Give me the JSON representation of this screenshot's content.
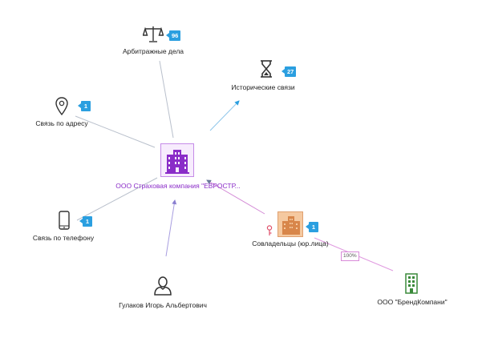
{
  "graph": {
    "center": {
      "label": "ООО Страховая компания \"ЕВРОСТР...",
      "icon": "building-icon"
    },
    "nodes": {
      "arbitration": {
        "label": "Арбитражные дела",
        "badge": "96",
        "icon": "scales-icon"
      },
      "history": {
        "label": "Исторические связи",
        "badge": "27",
        "icon": "hourglass-icon"
      },
      "address": {
        "label": "Связь по адресу",
        "badge": "1",
        "icon": "location-pin-icon"
      },
      "phone": {
        "label": "Связь по телефону",
        "badge": "1",
        "icon": "phone-icon"
      },
      "person": {
        "label": "Гулаков Игорь Альбертович",
        "icon": "person-icon"
      },
      "coowners": {
        "label": "Совладельцы (юр.лица)",
        "badge": "1",
        "icon": "building-group-icon"
      },
      "brand": {
        "label": "ООО \"БрендКомпани\"",
        "icon": "building-icon"
      }
    },
    "edge_labels": {
      "brand_to_coowners": "100%"
    },
    "colors": {
      "center_accent": "#8a2cc8",
      "badge": "#2b9fe0",
      "edge_default": "#9ca6b4",
      "edge_history": "#2b9fe0",
      "edge_person": "#9a8ed8",
      "edge_owner": "#d870d8",
      "brand_icon": "#3a8a3a"
    }
  }
}
